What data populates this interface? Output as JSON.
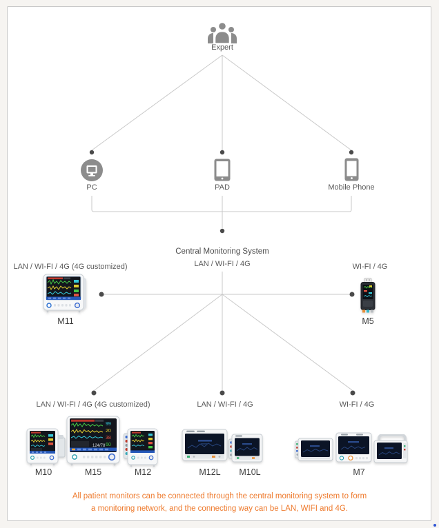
{
  "diagram": {
    "expert": {
      "label": "Expert"
    },
    "clients": [
      {
        "label": "PC"
      },
      {
        "label": "PAD"
      },
      {
        "label": "Mobile Phone"
      }
    ],
    "center": {
      "title": "Central Monitoring System",
      "subtitle": "LAN / WI-FI / 4G"
    },
    "mid_left": {
      "connectivity": "LAN / WI-FI / 4G (4G customized)",
      "model": "M11"
    },
    "mid_right": {
      "connectivity": "WI-FI / 4G",
      "model": "M5"
    },
    "groups": [
      {
        "connectivity": "LAN / WI-FI / 4G (4G customized)",
        "models": [
          "M10",
          "M15",
          "M12"
        ]
      },
      {
        "connectivity": "LAN / WI-FI / 4G",
        "models": [
          "M12L",
          "M10L"
        ]
      },
      {
        "connectivity": "WI-FI / 4G",
        "models": [
          "M7"
        ]
      }
    ],
    "caption": {
      "line1": "All patient monitors can be connected through the central monitoring system to form",
      "line2": "a monitoring network, and the connecting way can be LAN, WIFI and 4G."
    },
    "colors": {
      "caption_orange": "#ee7a2d",
      "connector_line": "#c9c9c9",
      "node_dot": "#4a4a4a",
      "icon_gray": "#8c8c8c",
      "label_gray": "#595959"
    }
  }
}
